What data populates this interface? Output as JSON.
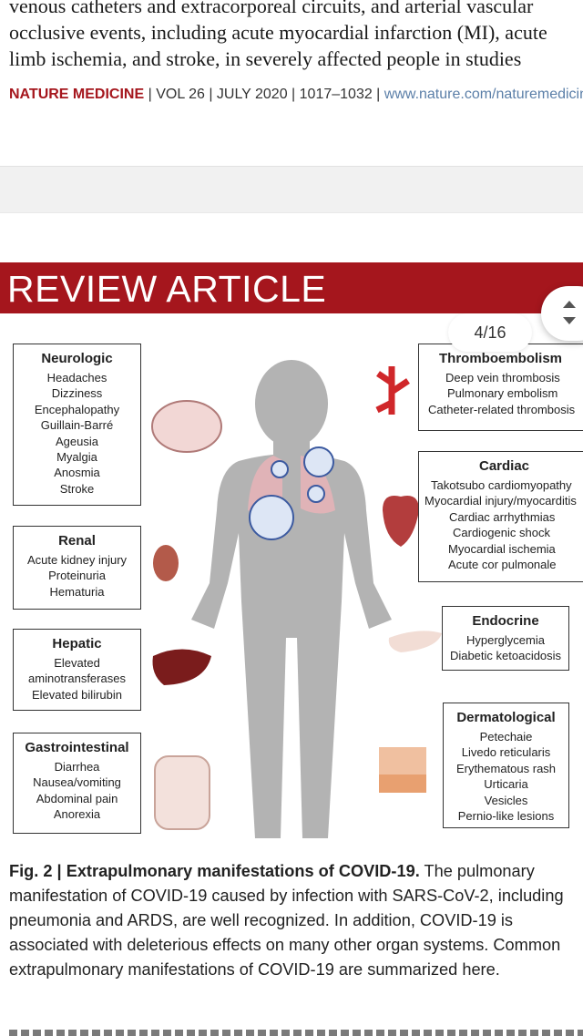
{
  "body_text": {
    "lines": [
      "venous catheters and extracorporeal circuits, and arterial vascular",
      "occlusive events, including acute myocardial infarction (MI), acute",
      "limb ischemia, and stroke, in severely affected people in studies"
    ]
  },
  "journal_line": {
    "name": "NATURE MEDICINE",
    "details": " | VOL 26 | JULY 2020 | 1017–1032 | ",
    "url": "www.nature.com/naturemedicine"
  },
  "banner": {
    "title": "REVIEW ARTICLE"
  },
  "viewer": {
    "page_indicator": "4/16"
  },
  "figure": {
    "left_boxes": [
      {
        "title": "Neurologic",
        "items": [
          "Headaches",
          "Dizziness",
          "Encephalopathy",
          "Guillain-Barré",
          "Ageusia",
          "Myalgia",
          "Anosmia",
          "Stroke"
        ]
      },
      {
        "title": "Renal",
        "items": [
          "Acute kidney injury",
          "Proteinuria",
          "Hematuria"
        ]
      },
      {
        "title": "Hepatic",
        "items": [
          "Elevated",
          "aminotransferases",
          "Elevated bilirubin"
        ]
      },
      {
        "title": "Gastrointestinal",
        "items": [
          "Diarrhea",
          "Nausea/vomiting",
          "Abdominal pain",
          "Anorexia"
        ]
      }
    ],
    "right_boxes": [
      {
        "title": "Thromboembolism",
        "items": [
          "Deep vein thrombosis",
          "Pulmonary embolism",
          "Catheter-related thrombosis"
        ]
      },
      {
        "title": "Cardiac",
        "items": [
          "Takotsubo cardiomyopathy",
          "Myocardial injury/myocarditis",
          "Cardiac arrhythmias",
          "Cardiogenic shock",
          "Myocardial ischemia",
          "Acute cor pulmonale"
        ]
      },
      {
        "title": "Endocrine",
        "items": [
          "Hyperglycemia",
          "Diabetic ketoacidosis"
        ]
      },
      {
        "title": "Dermatological",
        "items": [
          "Petechaie",
          "Livedo reticularis",
          "Erythematous rash",
          "Urticaria",
          "Vesicles",
          "Pernio-like lesions"
        ]
      }
    ]
  },
  "caption": {
    "bold": "Fig. 2 | Extrapulmonary manifestations of COVID-19.",
    "lines": [
      " The pulmonary",
      "manifestation of COVID-19 caused by infection with SARS-CoV-2, including",
      "pneumonia and ARDS, are well recognized. In addition, COVID-19 is",
      "associated with deleterious effects on many other organ systems. Common",
      "extrapulmonary manifestations of COVID-19 are summarized here."
    ]
  },
  "colors": {
    "brand_red": "#a5161d",
    "body_gray": "#b3b3b3",
    "url_blue": "#5b7fa8"
  }
}
